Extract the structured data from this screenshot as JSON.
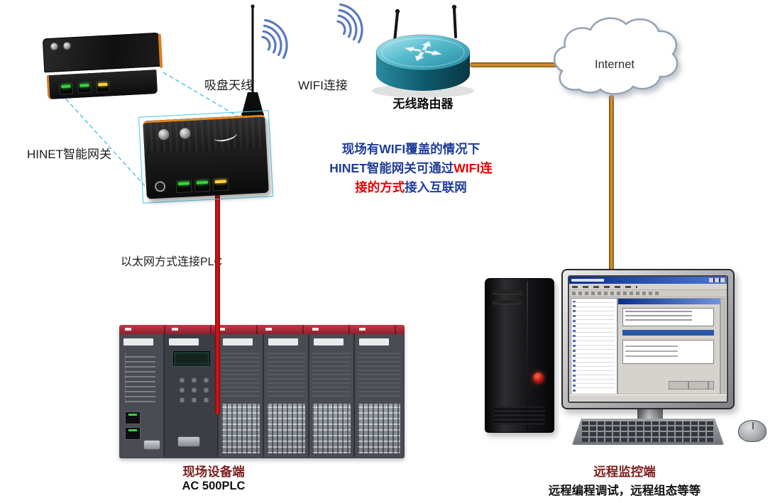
{
  "labels": {
    "suction_antenna": "吸盘天线",
    "wifi_link": "WIFI连接",
    "wireless_router": "无线路由器",
    "internet": "Internet",
    "hinet_gateway": "HINET智能网关",
    "ethernet_to_plc": "以太网方式连接PLC"
  },
  "note": {
    "lines": [
      {
        "segments": [
          {
            "text": "现场有WIFI覆盖的情况下",
            "color": "#1F3C99"
          }
        ]
      },
      {
        "segments": [
          {
            "text": "HINET智能网关可通过",
            "color": "#1F3C99"
          },
          {
            "text": "WIFI连",
            "color": "#E60000"
          }
        ]
      },
      {
        "segments": [
          {
            "text": "接的方式",
            "color": "#E60000"
          },
          {
            "text": "接入互联网",
            "color": "#1F3C99"
          }
        ]
      }
    ]
  },
  "captions": {
    "field_title": "现场设备端",
    "field_subtitle": "AC 500PLC",
    "remote_title": "远程监控端",
    "remote_subtitle": "远程编程调试，远程组态等等"
  },
  "colors": {
    "note_blue": "#1F3C99",
    "note_red": "#E60000",
    "caption_red": "#7E1F1F",
    "cable_orange": "#C8822B",
    "cable_red": "#D01010",
    "router_teal": "#2F98AC",
    "wifi_arc_blue": "#4A6CB3",
    "highlight_cyan": "#4CC8E8"
  }
}
